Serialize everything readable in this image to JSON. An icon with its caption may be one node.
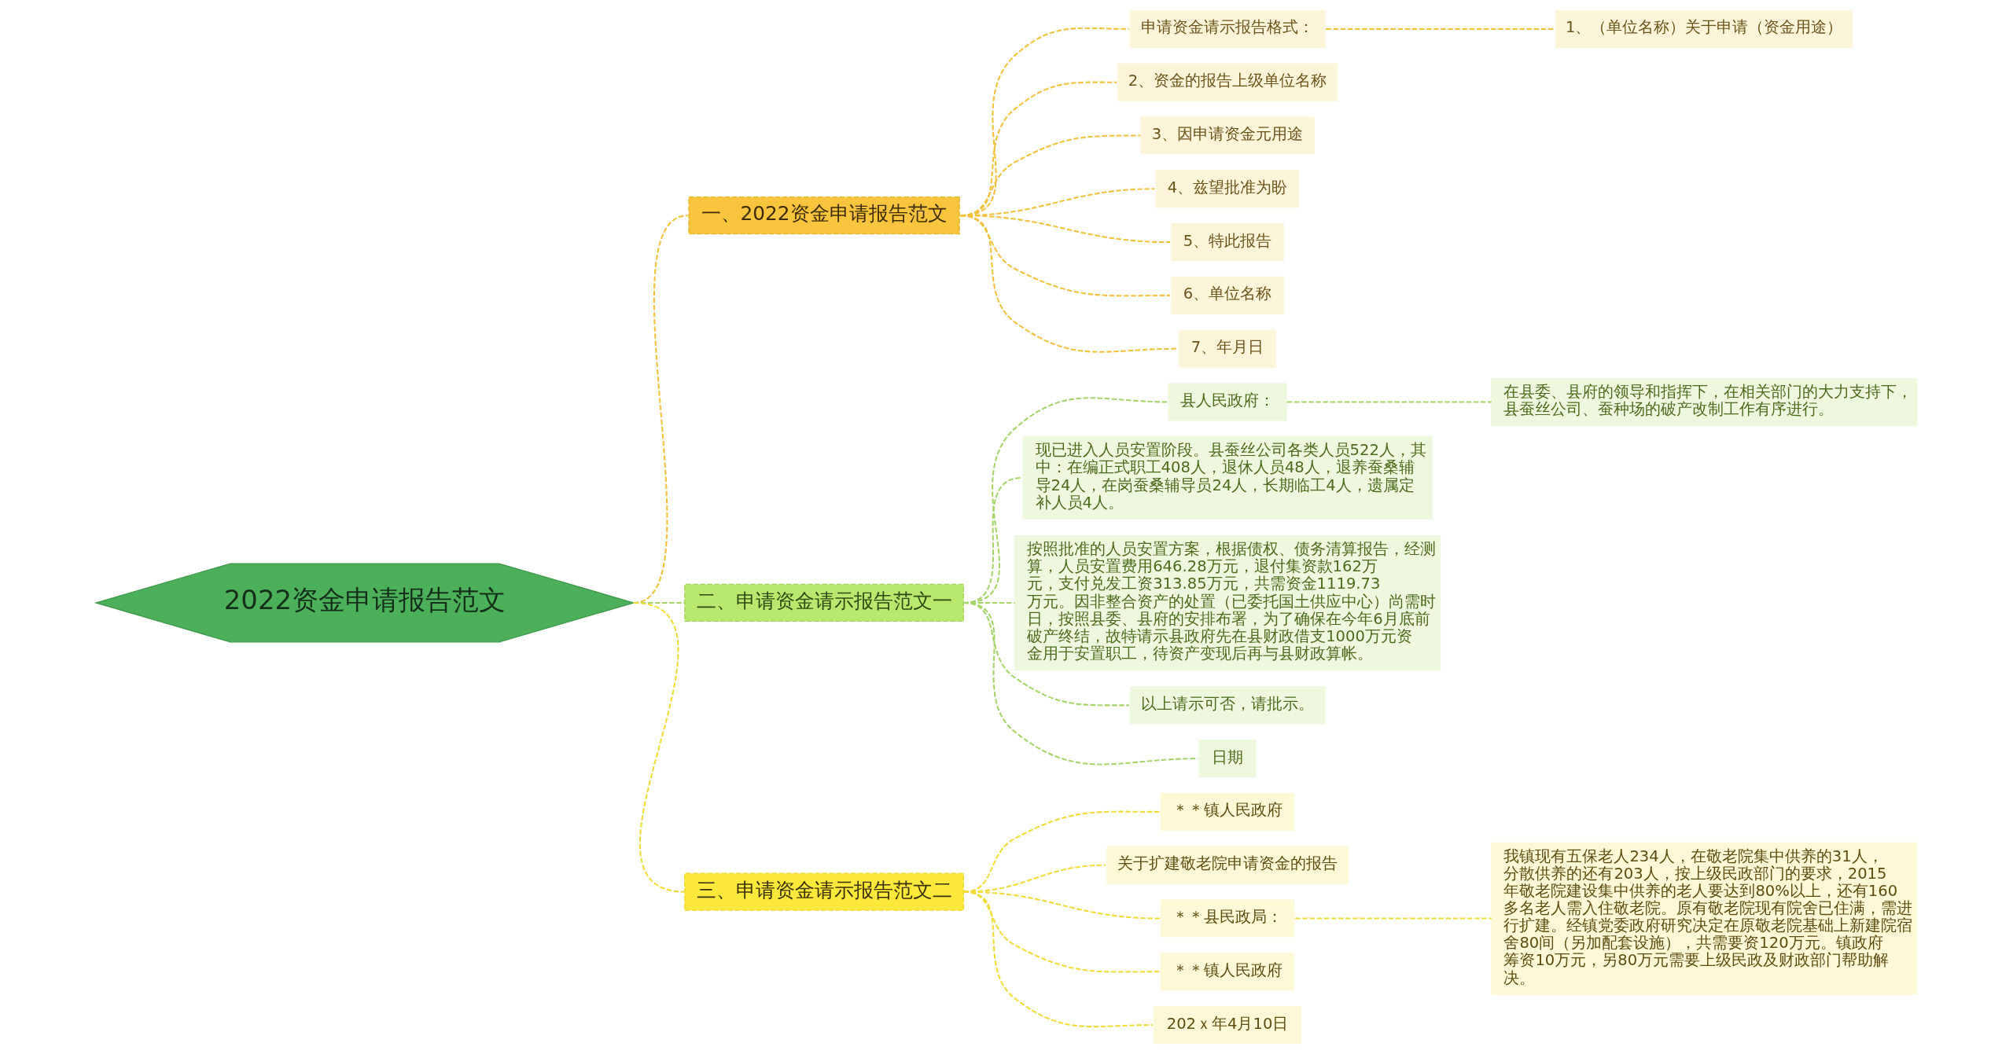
{
  "diagram": {
    "nodes": [
      {
        "text": [
          "2022资金申请报告范文"
        ]
      },
      {
        "text": [
          "一、2022资金申请报告范文"
        ]
      },
      {
        "text": [
          "申请资金请示报告格式："
        ]
      },
      {
        "text": [
          "1、（单位名称）关于申请（资金用途）"
        ]
      },
      {
        "text": [
          "2、资金的报告上级单位名称"
        ]
      },
      {
        "text": [
          "3、因申请资金元用途"
        ]
      },
      {
        "text": [
          "4、兹望批准为盼"
        ]
      },
      {
        "text": [
          "5、特此报告"
        ]
      },
      {
        "text": [
          "6、单位名称"
        ]
      },
      {
        "text": [
          "7、年月日"
        ]
      },
      {
        "text": [
          "二、申请资金请示报告范文一"
        ]
      },
      {
        "text": [
          "县人民政府："
        ]
      },
      {
        "text": [
          "在县委、县府的领导和指挥下，在相关部门的大力支持下，县蚕丝公司、蚕种场的破产改制工作有序进行。"
        ]
      },
      {
        "text": [
          "现已进入人员安置阶段。县蚕丝公司各类人员522人，其中：在编正式职工408人，退休人员48人，退养蚕桑辅导24人，在岗蚕桑辅导员24人，长期临工4人，遗属定补人员4人。"
        ]
      },
      {
        "text": [
          "按照批准的人员安置方案，根据债权、债务清算报告，经测算，人员安置费用646.28万元，退付集资款162万元，支付兑发工资313.85万元，共需资金1119.73万元。因非整合资产的处置（已委托国土供应中心）尚需时日，按照县委、县府的安排布署，为了确保在今年6月底前破产终结，故特请示县政府先在县财政借支1000万元资金用于安置职工，待资产变现后再与县财政算帐。"
        ]
      },
      {
        "text": [
          "以上请示可否，请批示。"
        ]
      },
      {
        "text": [
          "日期"
        ]
      },
      {
        "text": [
          "三、申请资金请示报告范文二"
        ]
      },
      {
        "text": [
          "＊＊镇人民政府"
        ]
      },
      {
        "text": [
          "关于扩建敬老院申请资金的报告"
        ]
      },
      {
        "text": [
          "＊＊县民政局："
        ]
      },
      {
        "text": [
          "我镇现有五保老人234人，在敬老院集中供养的31人，分散供养的还有203人，按上级民政部门的要求，2015年敬老院建设集中供养的老人要达到80%以上，还有160多名老人需入住敬老院。原有敬老院现有院舍已住满，需进行扩建。经镇党委政府研究决定在原敬老院基础上新建院宿舍80间（另加配套设施），共需要资120万元。镇政府筹资10万元，另80万元需要上级民政及财政部门帮助解决。"
        ]
      },
      {
        "text": [
          "＊＊镇人民政府"
        ]
      },
      {
        "text": [
          "202ｘ年4月10日"
        ]
      }
    ],
    "edges": [
      {
        "from": 0,
        "to": 1,
        "arrow": "none",
        "style": "dashed",
        "color": "#f2c13d"
      },
      {
        "from": 1,
        "to": 2,
        "arrow": "none",
        "style": "dashed",
        "color": "#f2c13d"
      },
      {
        "from": 2,
        "to": 3,
        "arrow": "none",
        "style": "dashed",
        "color": "#f2c13d"
      },
      {
        "from": 1,
        "to": 4,
        "arrow": "none",
        "style": "dashed",
        "color": "#f2c13d"
      },
      {
        "from": 1,
        "to": 5,
        "arrow": "none",
        "style": "dashed",
        "color": "#f2c13d"
      },
      {
        "from": 1,
        "to": 6,
        "arrow": "none",
        "style": "dashed",
        "color": "#f2c13d"
      },
      {
        "from": 1,
        "to": 7,
        "arrow": "none",
        "style": "dashed",
        "color": "#f2c13d"
      },
      {
        "from": 1,
        "to": 8,
        "arrow": "none",
        "style": "dashed",
        "color": "#f2c13d"
      },
      {
        "from": 1,
        "to": 9,
        "arrow": "none",
        "style": "dashed",
        "color": "#f2c13d"
      },
      {
        "from": 0,
        "to": 10,
        "arrow": "none",
        "style": "dashed",
        "color": "#a5d46a"
      },
      {
        "from": 10,
        "to": 11,
        "arrow": "none",
        "style": "dashed",
        "color": "#a5d46a"
      },
      {
        "from": 11,
        "to": 12,
        "arrow": "none",
        "style": "dashed",
        "color": "#a5d46a"
      },
      {
        "from": 10,
        "to": 13,
        "arrow": "none",
        "style": "dashed",
        "color": "#a5d46a"
      },
      {
        "from": 10,
        "to": 14,
        "arrow": "none",
        "style": "dashed",
        "color": "#a5d46a"
      },
      {
        "from": 10,
        "to": 15,
        "arrow": "none",
        "style": "dashed",
        "color": "#a5d46a"
      },
      {
        "from": 10,
        "to": 16,
        "arrow": "none",
        "style": "dashed",
        "color": "#a5d46a"
      },
      {
        "from": 0,
        "to": 17,
        "arrow": "none",
        "style": "dashed",
        "color": "#efdc3a"
      },
      {
        "from": 17,
        "to": 18,
        "arrow": "none",
        "style": "dashed",
        "color": "#efdc3a"
      },
      {
        "from": 17,
        "to": 19,
        "arrow": "none",
        "style": "dashed",
        "color": "#efdc3a"
      },
      {
        "from": 17,
        "to": 20,
        "arrow": "none",
        "style": "dashed",
        "color": "#efdc3a"
      },
      {
        "from": 20,
        "to": 21,
        "arrow": "none",
        "style": "dashed",
        "color": "#efdc3a"
      },
      {
        "from": 17,
        "to": 22,
        "arrow": "none",
        "style": "dashed",
        "color": "#efdc3a"
      },
      {
        "from": 17,
        "to": 23,
        "arrow": "none",
        "style": "dashed",
        "color": "#efdc3a"
      }
    ]
  }
}
